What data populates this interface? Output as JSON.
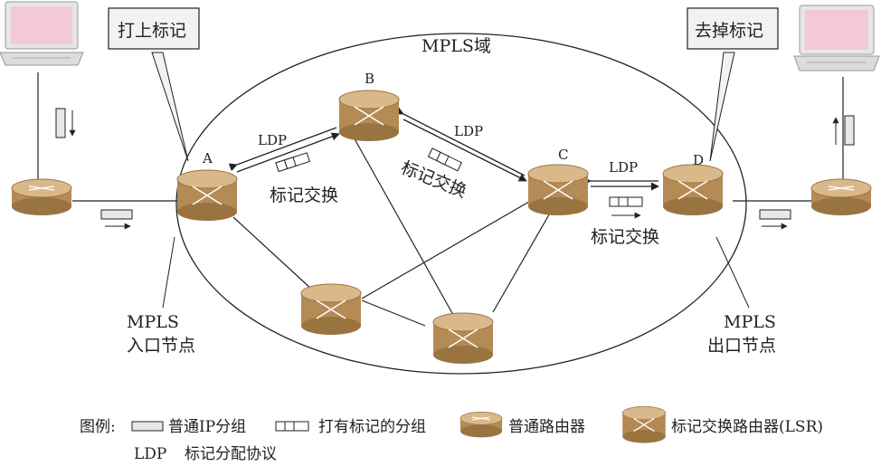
{
  "diagram": {
    "domain_label": "MPLS域",
    "callout_push": "打上标记",
    "callout_pop": "去掉标记",
    "nodes": {
      "a": "A",
      "b": "B",
      "c": "C",
      "d": "D"
    },
    "ldp_label": "LDP",
    "label_swap": "标记交换",
    "ingress": {
      "line1": "MPLS",
      "line2": "入口节点"
    },
    "egress": {
      "line1": "MPLS",
      "line2": "出口节点"
    }
  },
  "legend": {
    "title": "图例:",
    "plain_packet": "普通IP分组",
    "labeled_packet": "打有标记的分组",
    "normal_router": "普通路由器",
    "lsr": "标记交换路由器(LSR)",
    "ldp_abbr": "LDP",
    "ldp_full": "标记分配协议"
  },
  "colors": {
    "router_fill": "#c8a370",
    "router_dark": "#9a7440",
    "router_top": "#d9b98a",
    "line": "#222222",
    "callout_fill": "#f2f2f2",
    "laptop_screen": "#f4c9d6",
    "laptop_body": "#e6e6e6"
  }
}
